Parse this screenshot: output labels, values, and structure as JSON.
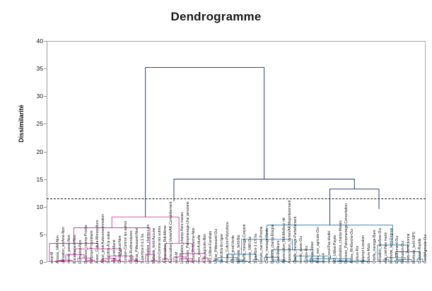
{
  "chart": {
    "title": "Dendrogramme",
    "ylabel": "Dissimilarité"
  },
  "chart_data": {
    "type": "dendrogram",
    "title": "Dendrogramme",
    "xlabel": "",
    "ylabel": "Dissimilarité",
    "ylim": [
      0,
      40
    ],
    "yticks": [
      0,
      5,
      10,
      15,
      20,
      25,
      30,
      35,
      40
    ],
    "grid": false,
    "legend": "none",
    "cut_threshold": 11.5,
    "cut_line_style": "dashed",
    "root_height": 35.2,
    "colors": {
      "root": "#1b2a6b",
      "cluster_1": "#c2249a",
      "cluster_2": "#1f77a8",
      "cut_line": "#1c1c1c",
      "axis": "#9a9a9a"
    },
    "cluster_merge_heights": [
      35.2,
      15.0,
      13.2,
      11.8,
      9.9,
      8.6,
      7.4,
      6.4,
      5.6,
      4.8,
      4.1,
      3.4,
      2.8,
      2.2,
      1.7,
      1.2,
      0.8,
      0.5
    ],
    "leaves": [
      "sexe-M",
      "Access_VAR-Non",
      "utilisation_varAme-Non",
      "memb_assoc-Non",
      "Encadrement-Non",
      "Formation-Non",
      "Distance_champ-Proche",
      "Natpropr-Propriétaire",
      "Assoc_Culture-Monoculture",
      "Affect_prod-Autoconsommation",
      "SemiUtilis-A la volée",
      "etat_civil-Marié",
      "CreditAgricol-Non",
      "Cuisson-Comme les autres",
      "Outils-Rudimentaires",
      "Utilise_Pdtsosanit-Non",
      "Superficie-0 à 1 ha",
      "Localisation_champ-Loin",
      "Methode_fertil-Aucune",
      "Gout-Comme les autres",
      "Appreciation_Rdt-Même",
      "Appreciation_VenteVAR-Complètement",
      "sexe-M",
      "Localisation_champ-Hors marais",
      "Decision_Patropmenage-Une personne",
      "Acces_Rt-Marche-Non",
      "nivo_scol-A étudié",
      "Activ_agricole-Non",
      "MO_Utilisé-Familiale",
      "Utilise_Pdtsosanit-Oui",
      "SemiUtilis-En ligne",
      "Assoc_Culture-Polyculture",
      "Affect_prod-Vente",
      "Methode_fertil-Bio",
      "Cheffe_menage-Conjoint",
      "Access_VAR-Oui",
      "Superficie-1 à 5 ha",
      "Localis_marche-Proche",
      "Cheffe_menage-Reste",
      "Distance_champ-Éloigné",
      "Gout-Meilleurs",
      "Appreciation_Rdt-Meilleur rdt",
      "Appreciation_VenteVAR-Majoritairement",
      "Cheffe_menage-Partiellement",
      "memb_assoc-Oui",
      "Culture-Riz",
      "Culture-Tabac",
      "Activ_non_agricole-Oui",
      "sexe-F",
      "nivo_scol-Pas étudié",
      "MO_Utilisé-Payée",
      "Localisation_champ-Marais",
      "Decision_Patropmenage-Concertation",
      "Acces_Rt-Marche-Oui",
      "Culture-Riz",
      "Natpropr-Location",
      "Culture-Maïs",
      "Cheffe_menage-Bare",
      "utilisation_varAme-Oui",
      "etat_civil-Non marié",
      "Methode_fertil-Engrais",
      "Encadrement-Oui",
      "Formation-Oui",
      "Outils-Perfectionné",
      "Methode_fertil-SIPS",
      "Cuisson-Rapide",
      "CreditAgricole-Oui"
    ]
  }
}
